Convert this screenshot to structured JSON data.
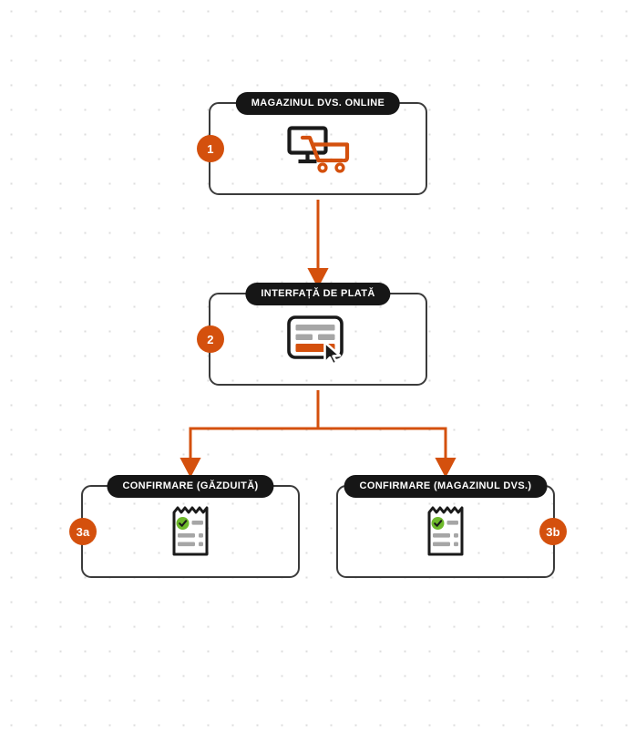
{
  "theme": {
    "accent": "#d4500d",
    "pill_bg": "#161616",
    "pill_text": "#ffffff",
    "box_border": "#3b3b3b",
    "canvas_bg": "#ffffff",
    "dot_color": "#dddddd",
    "check_green": "#6eb92b",
    "icon_gray": "#a6a6a6",
    "icon_dark": "#1a1a1a"
  },
  "diagram": {
    "type": "flowchart",
    "orientation": "top-down",
    "nodes": [
      {
        "id": "1",
        "badge": "1",
        "badge_side": "left",
        "title": "MAGAZINUL DVS. ONLINE",
        "icon": "monitor-shopping-cart-icon"
      },
      {
        "id": "2",
        "badge": "2",
        "badge_side": "left",
        "title": "INTERFAȚĂ DE PLATĂ",
        "icon": "payment-form-cursor-icon"
      },
      {
        "id": "3a",
        "badge": "3a",
        "badge_side": "left",
        "title": "CONFIRMARE (GĂZDUITĂ)",
        "icon": "receipt-check-icon"
      },
      {
        "id": "3b",
        "badge": "3b",
        "badge_side": "right",
        "title": "CONFIRMARE (MAGAZINUL DVS.)",
        "icon": "receipt-check-icon"
      }
    ],
    "edges": [
      {
        "from": "1",
        "to": "2",
        "style": "arrow-down"
      },
      {
        "from": "2",
        "to": "3a",
        "style": "arrow-split-left"
      },
      {
        "from": "2",
        "to": "3b",
        "style": "arrow-split-right"
      }
    ]
  }
}
